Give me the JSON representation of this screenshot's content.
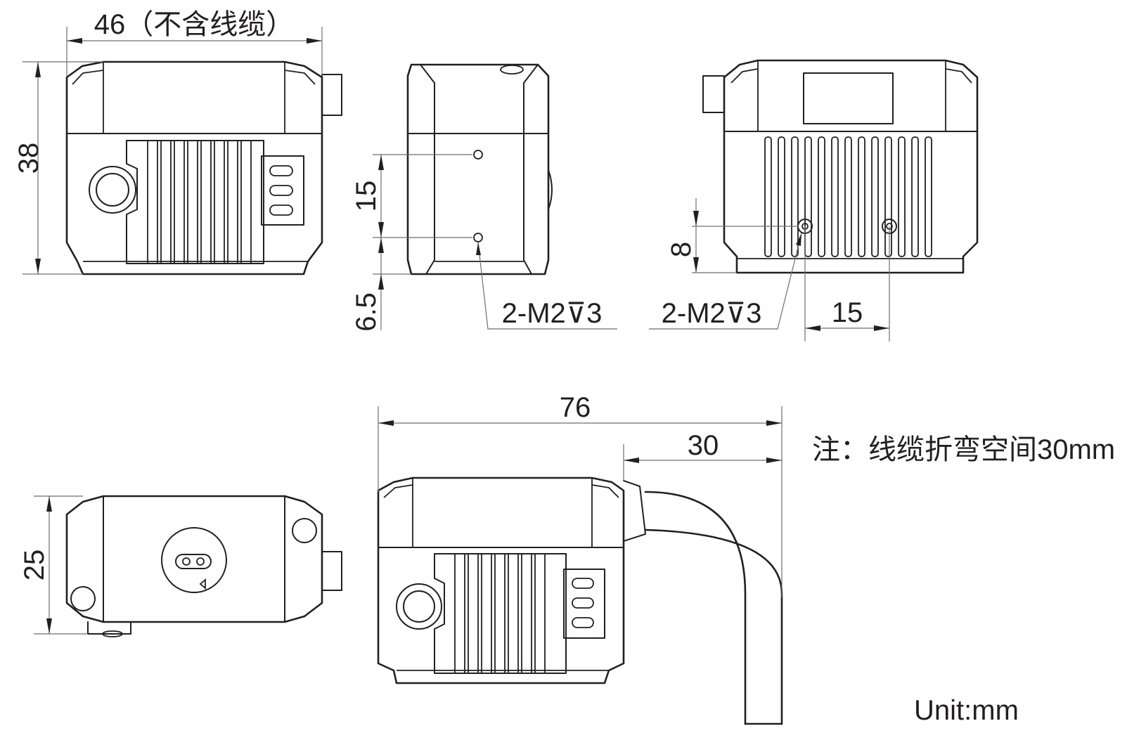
{
  "dimensions": {
    "front_width": "46（不含线缆）",
    "front_height": "38",
    "side_hole_spacing": "15",
    "side_hole_offset": "6.5",
    "side_thread": "2-M2⊽3",
    "back_hole_height": "8",
    "back_thread": "2-M2⊽3",
    "back_hole_spacing": "15",
    "top_depth": "25",
    "total_length": "76",
    "cable_clearance": "30"
  },
  "notes": {
    "cable_note": "注：线缆折弯空间30mm",
    "unit": "Unit:mm"
  }
}
